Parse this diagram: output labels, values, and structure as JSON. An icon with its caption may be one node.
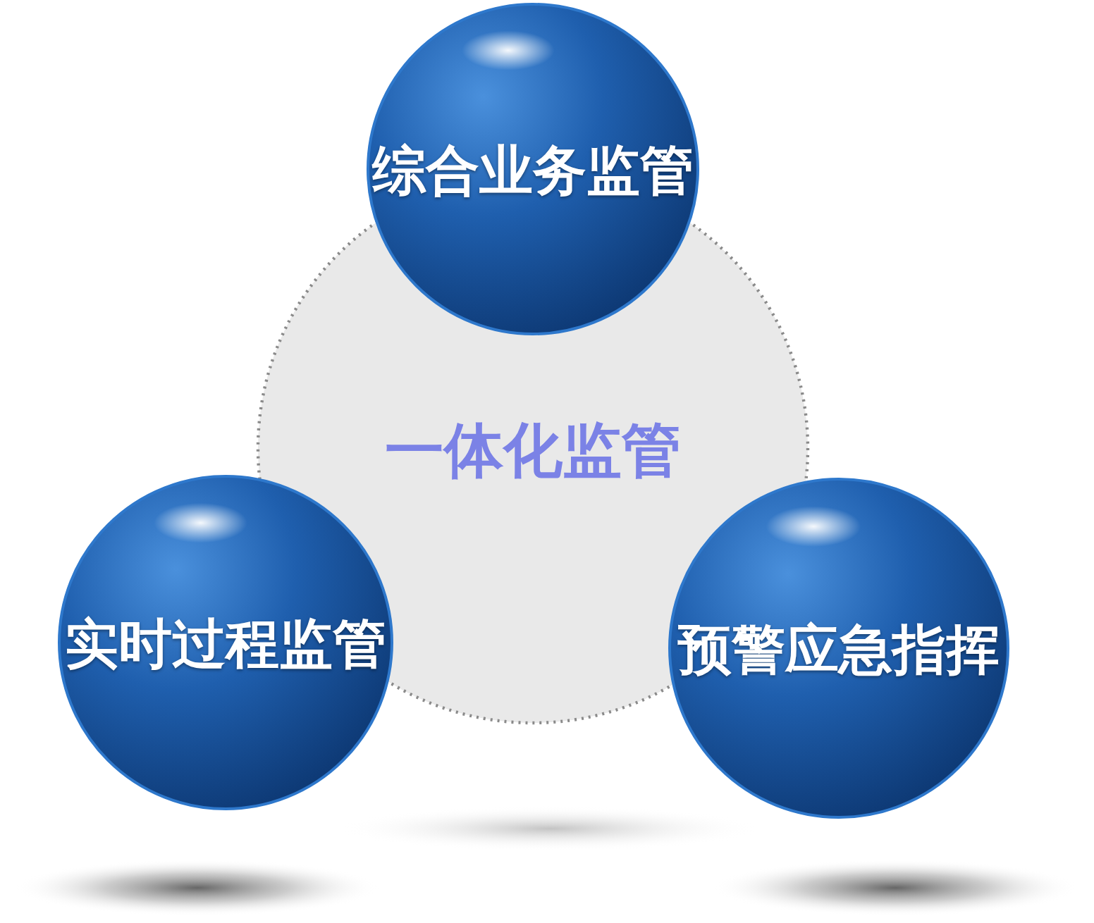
{
  "diagram": {
    "nodes": [
      {
        "text": [
          "一体化监管"
        ]
      },
      {
        "text": [
          "综合业务监管"
        ]
      },
      {
        "text": [
          "实时过程监管"
        ]
      },
      {
        "text": [
          "预警应急指挥"
        ]
      }
    ]
  }
}
